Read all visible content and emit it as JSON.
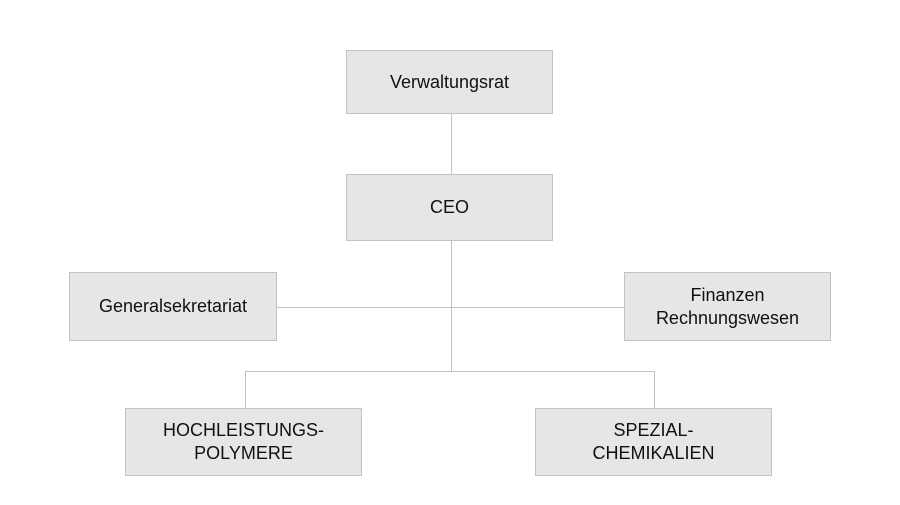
{
  "nodes": {
    "board": {
      "label": "Verwaltungsrat"
    },
    "ceo": {
      "label": "CEO"
    },
    "secretariat": {
      "label": "Generalsekretariat"
    },
    "finance": {
      "line1": "Finanzen",
      "line2": "Rechnungswesen"
    },
    "polymers": {
      "line1": "HOCHLEISTUNGS-",
      "line2": "POLYMERE"
    },
    "chemicals": {
      "line1": "SPEZIAL-",
      "line2": "CHEMIKALIEN"
    }
  },
  "colors": {
    "box_fill": "#e6e6e6",
    "box_border": "#c3c3c3",
    "connector": "#c3c3c3"
  }
}
